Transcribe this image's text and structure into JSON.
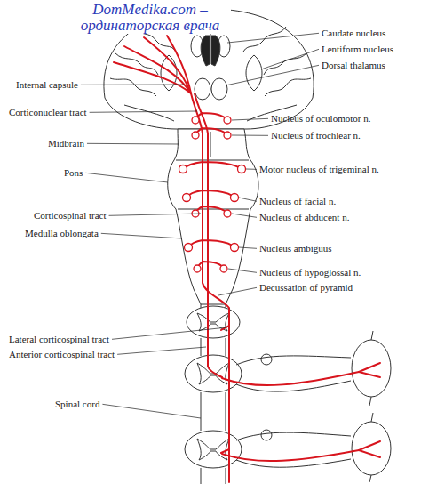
{
  "diagram": {
    "labels": [
      "DomMedika.com – ординаторская врача",
      "Caudate nucleus",
      "Lentiform nucleus",
      "Dorsal thalamus",
      "Internal capsule",
      "Corticonuclear tract",
      "Nucleus of oculomotor n.",
      "Nucleus of trochlear n.",
      "Midbrain",
      "Motor nucleus of trigeminal n.",
      "Pons",
      "Nucleus of facial n.",
      "Corticospinal tract",
      "Nucleus of abducent n.",
      "Medulla oblongata",
      "Nucleus ambiguus",
      "Nucleus of hypoglossal n.",
      "Decussation of pyramid",
      "Lateral corticospinal tract",
      "Anterior corticospinal tract",
      "Spinal cord"
    ]
  }
}
